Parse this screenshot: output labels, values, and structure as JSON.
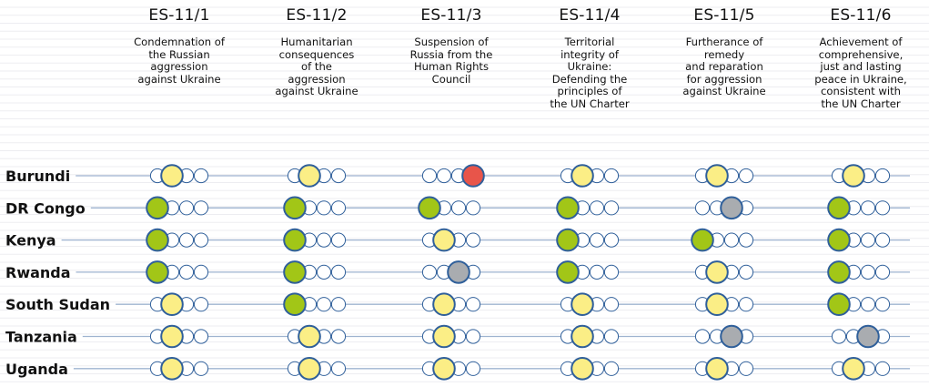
{
  "chart_data": {
    "type": "dot-matrix",
    "positions": [
      "green",
      "yellow",
      "grey",
      "red"
    ],
    "colors": {
      "green": "#a2c617",
      "yellow": "#fbee86",
      "grey": "#a9acb0",
      "red": "#e8554a",
      "outline": "#2f5f9a",
      "line": "#9fb4d0",
      "empty": "#ffffff"
    },
    "resolutions": [
      {
        "code": "ES-11/1",
        "title": "Condemnation of\nthe Russian\naggression\nagainst Ukraine"
      },
      {
        "code": "ES-11/2",
        "title": "Humanitarian\nconsequences\nof the\naggression\nagainst Ukraine"
      },
      {
        "code": "ES-11/3",
        "title": "Suspension of\nRussia from the\nHuman Rights\nCouncil"
      },
      {
        "code": "ES-11/4",
        "title": "Territorial\nintegrity of\nUkraine:\nDefending the\nprinciples of\nthe UN Charter"
      },
      {
        "code": "ES-11/5",
        "title": "Furtherance of\nremedy\nand reparation\nfor aggression\nagainst Ukraine"
      },
      {
        "code": "ES-11/6",
        "title": "Achievement of\ncomprehensive,\njust and lasting\npeace in Ukraine,\nconsistent with\nthe UN Charter"
      }
    ],
    "countries": [
      {
        "name": "Burundi",
        "votes": [
          "yellow",
          "yellow",
          "red",
          "yellow",
          "yellow",
          "yellow"
        ]
      },
      {
        "name": "DR Congo",
        "votes": [
          "green",
          "green",
          "green",
          "green",
          "grey",
          "green"
        ]
      },
      {
        "name": "Kenya",
        "votes": [
          "green",
          "green",
          "yellow",
          "green",
          "green",
          "green"
        ]
      },
      {
        "name": "Rwanda",
        "votes": [
          "green",
          "green",
          "grey",
          "green",
          "yellow",
          "green"
        ]
      },
      {
        "name": "South Sudan",
        "votes": [
          "yellow",
          "green",
          "yellow",
          "yellow",
          "yellow",
          "green"
        ]
      },
      {
        "name": "Tanzania",
        "votes": [
          "yellow",
          "yellow",
          "yellow",
          "yellow",
          "grey",
          "grey"
        ]
      },
      {
        "name": "Uganda",
        "votes": [
          "yellow",
          "yellow",
          "yellow",
          "yellow",
          "yellow",
          "yellow"
        ]
      }
    ]
  }
}
